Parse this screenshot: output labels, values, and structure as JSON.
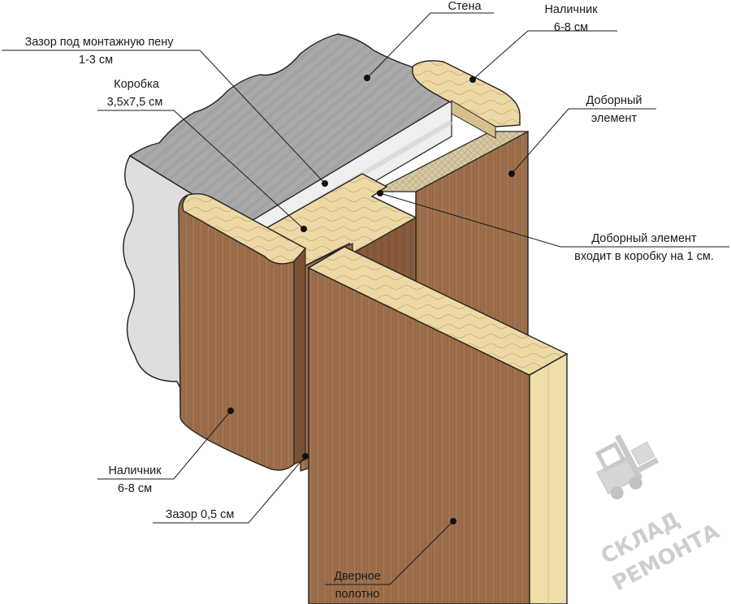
{
  "labels": {
    "wall": "Стена",
    "foam_gap_line1": "Зазор под монтажную пену",
    "foam_gap_line2": "1-3 см",
    "frame_line1": "Коробка",
    "frame_line2": "3,5х7,5 см",
    "trim_top_line1": "Наличник",
    "trim_top_line2": "6-8 см",
    "extension_line1": "Доборный",
    "extension_line2": "элемент",
    "extension_note_line1": "Доборный элемент",
    "extension_note_line2": "входит в коробку на 1 см.",
    "trim_bottom_line1": "Наличник",
    "trim_bottom_line2": "6-8 см",
    "gap_small": "Зазор 0,5 см",
    "door_leaf_line1": "Дверное",
    "door_leaf_line2": "полотно"
  },
  "watermark": {
    "line1": "СКЛАД",
    "line2": "РЕМОНТА",
    "icon": "forklift-icon"
  },
  "colors": {
    "wood_face": "#9c6f4c",
    "wood_end": "#ead8a6",
    "wall_top": "#a9a9ab",
    "wall_plaster": "#dedede",
    "leader_line": "#1a1a1a"
  }
}
